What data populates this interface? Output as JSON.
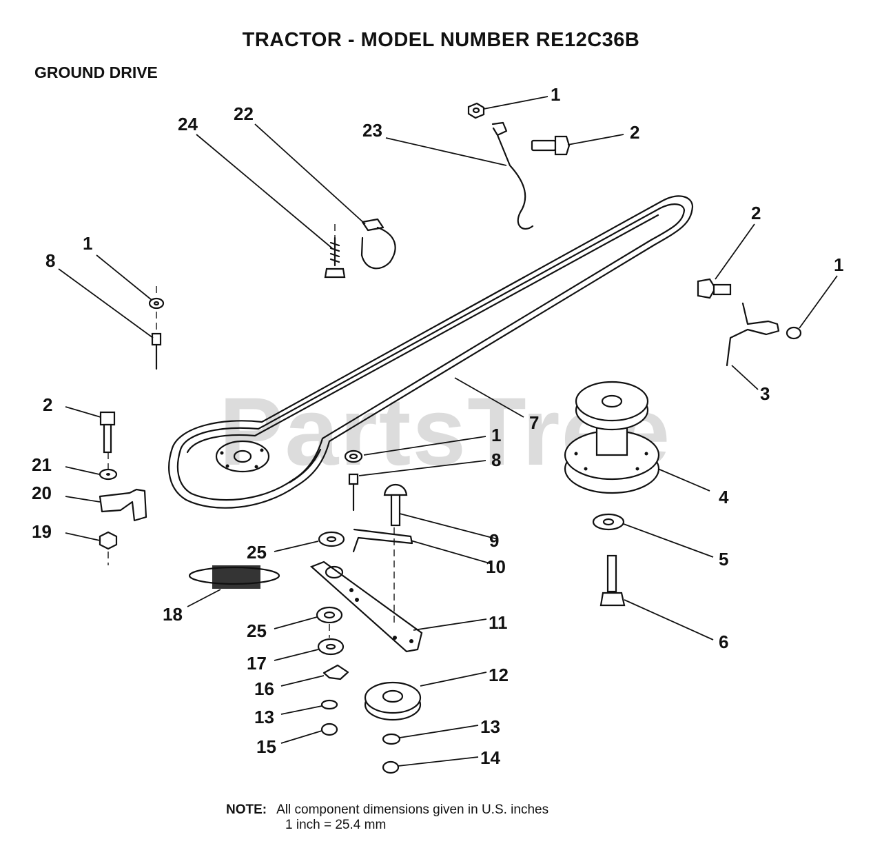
{
  "header": {
    "title": "TRACTOR  - MODEL NUMBER RE12C36B",
    "subtitle": "GROUND DRIVE"
  },
  "watermark": "PartsTree",
  "callouts": {
    "c1a": "1",
    "c1b": "1",
    "c1c": "1",
    "c1d": "1",
    "c2a": "2",
    "c2b": "2",
    "c2c": "2",
    "c3": "3",
    "c4": "4",
    "c5": "5",
    "c6": "6",
    "c7": "7",
    "c8a": "8",
    "c8b": "8",
    "c9": "9",
    "c10": "10",
    "c11": "11",
    "c12": "12",
    "c13a": "13",
    "c13b": "13",
    "c14": "14",
    "c15": "15",
    "c16": "16",
    "c17": "17",
    "c18": "18",
    "c19": "19",
    "c20": "20",
    "c21": "21",
    "c22": "22",
    "c23": "23",
    "c24": "24",
    "c25a": "25",
    "c25b": "25"
  },
  "note": {
    "label": "NOTE:",
    "line1": "All component dimensions given in U.S. inches",
    "line2": "1 inch = 25.4 mm"
  }
}
